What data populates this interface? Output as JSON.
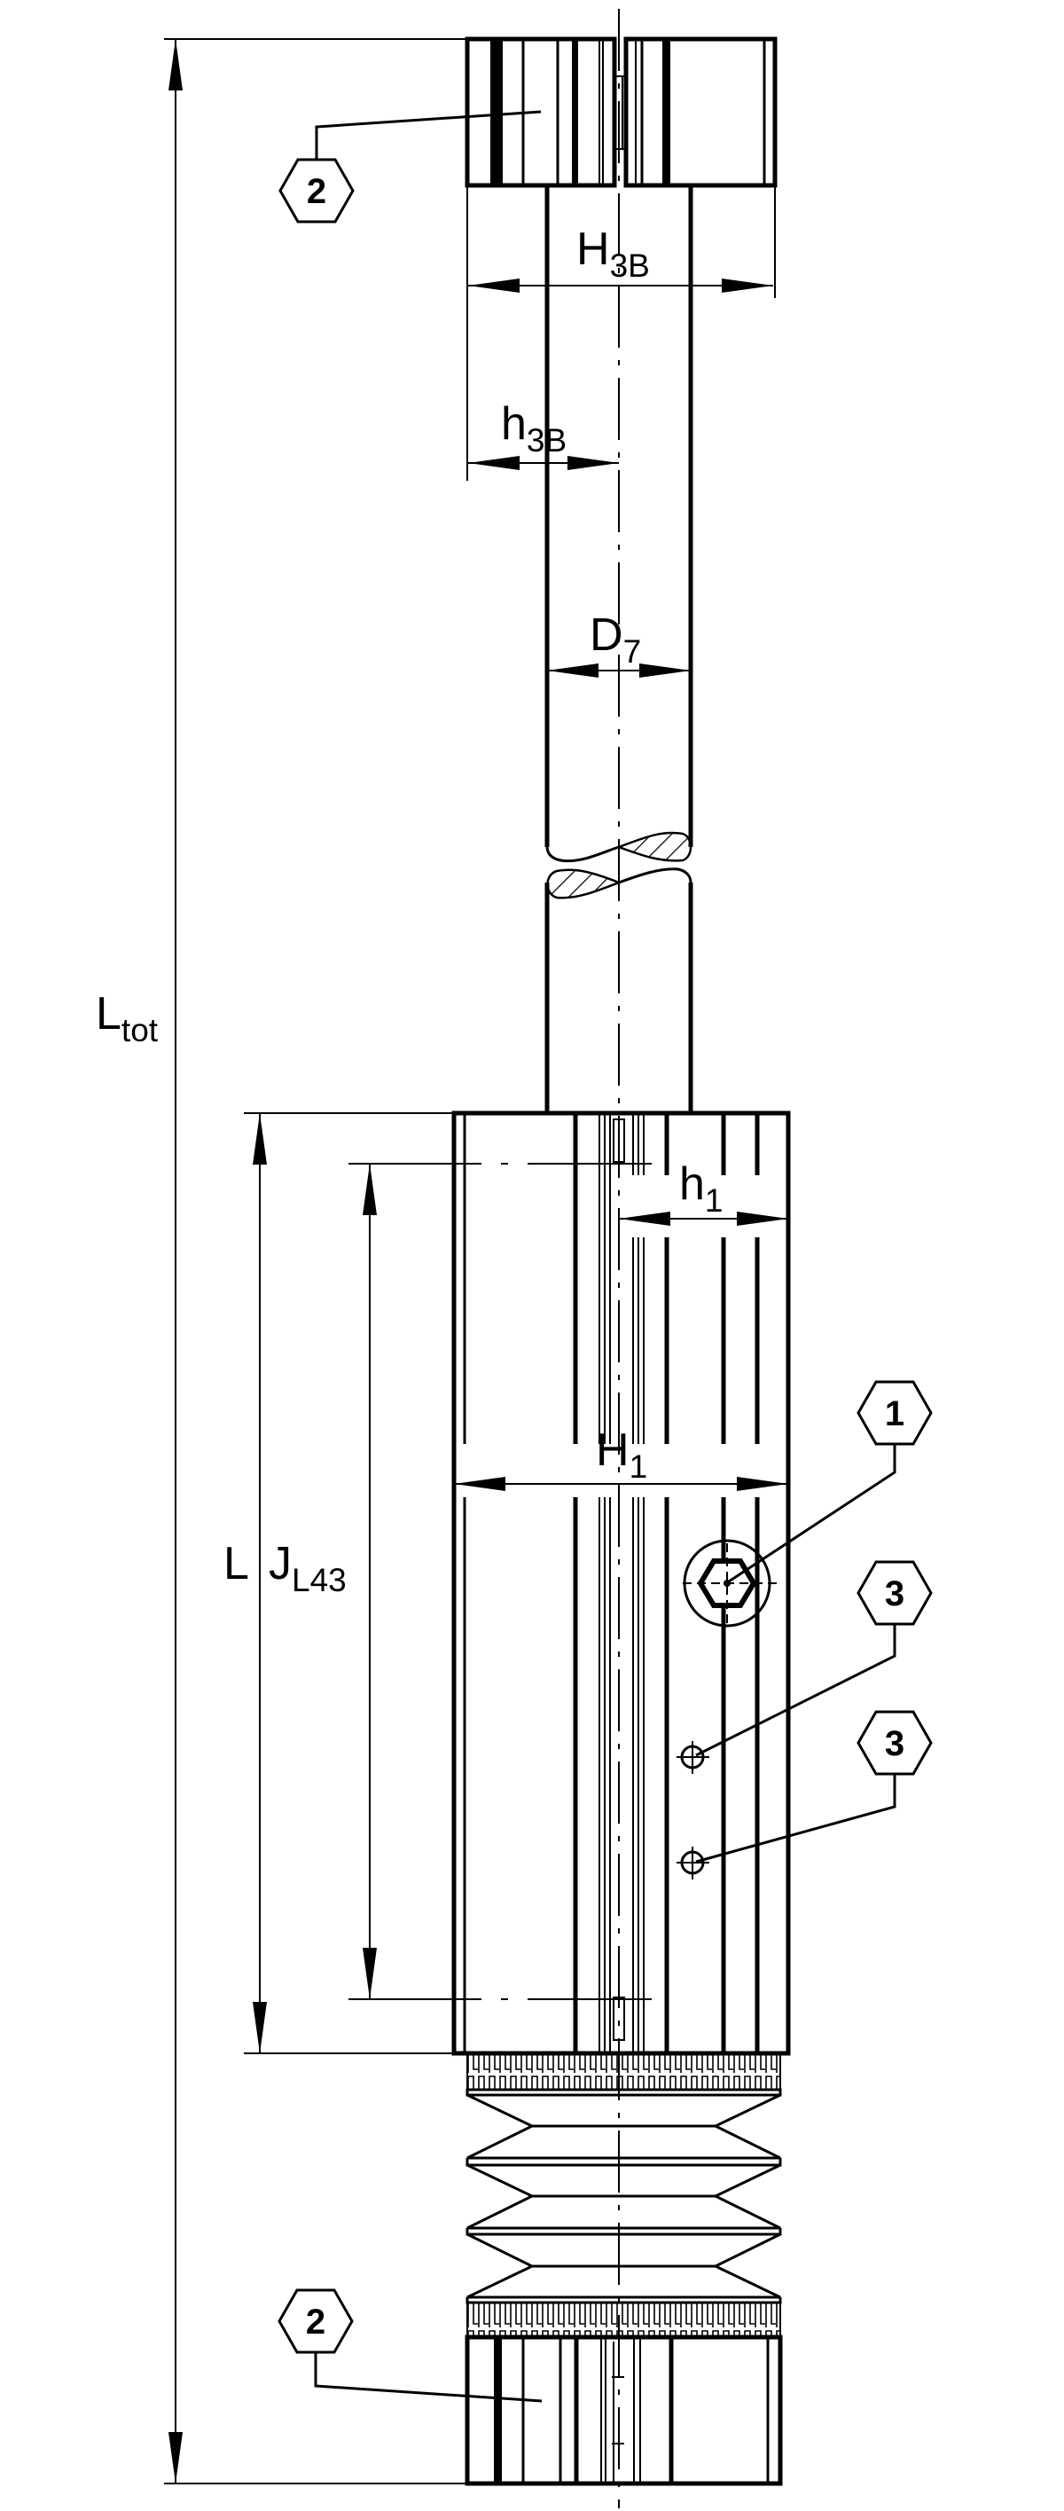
{
  "dimensions": {
    "total_length": {
      "main": "L",
      "sub": "tot"
    },
    "head_height": {
      "main": "H",
      "sub": "3B"
    },
    "head_half_height": {
      "main": "h",
      "sub": "3B"
    },
    "rod_diameter": {
      "main": "D",
      "sub": "7"
    },
    "body_half_height": {
      "main": "h",
      "sub": "1"
    },
    "body_height": {
      "main": "H",
      "sub": "1"
    },
    "body_length": {
      "main": "L"
    },
    "mounting_distance": {
      "main": "J",
      "sub": "L43"
    }
  },
  "balloons": {
    "top_head": "2",
    "bottom_head": "2",
    "bolt": "1",
    "port_upper": "3",
    "port_lower": "3"
  }
}
